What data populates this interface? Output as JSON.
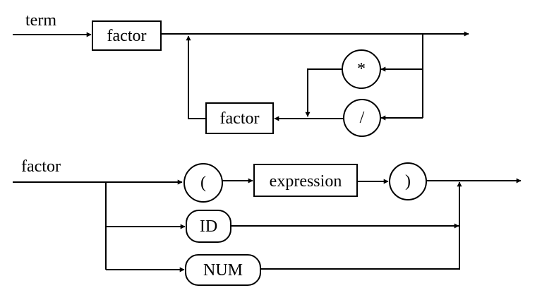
{
  "rules": {
    "term": {
      "name": "term",
      "elements": {
        "factor_first": "factor",
        "multiply": "*",
        "divide": "/",
        "factor_loop": "factor"
      }
    },
    "factor": {
      "name": "factor",
      "elements": {
        "lparen": "(",
        "expression": "expression",
        "rparen": ")",
        "id": "ID",
        "num": "NUM"
      }
    }
  },
  "colors": {
    "stroke": "#000000",
    "background": "#ffffff"
  }
}
